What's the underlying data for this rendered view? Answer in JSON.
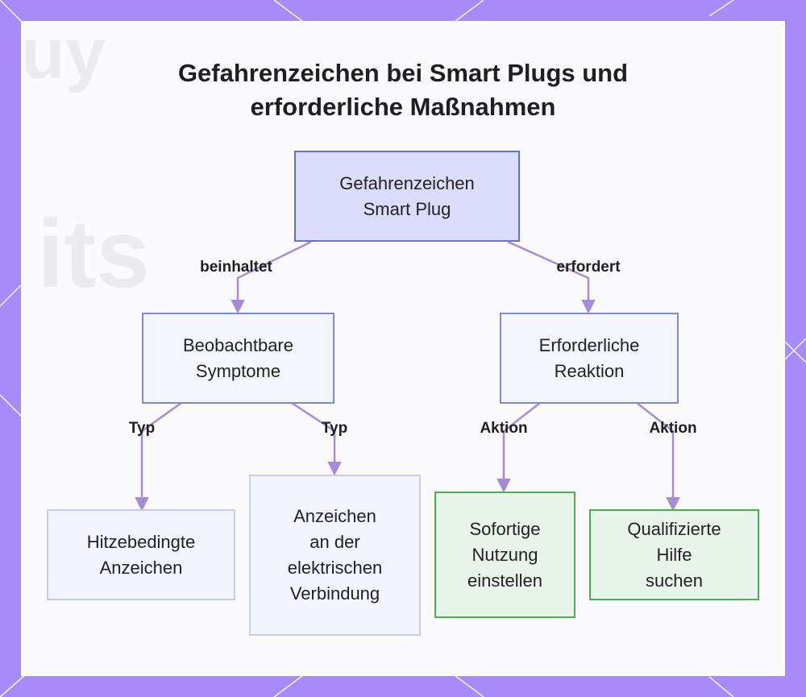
{
  "diagram": {
    "title_lines": [
      "Gefahrenzeichen bei Smart Plugs und",
      "erforderliche Maßnahmen"
    ],
    "nodes": {
      "root": "Gefahrenzeichen\nSmart Plug",
      "symptoms": "Beobachtbare\nSymptome",
      "reaction": "Erforderliche\nReaktion",
      "heat": "Hitzebedingte\nAnzeichen",
      "electrical": "Anzeichen\nan der\nelektrischen\nVerbindung",
      "stop": "Sofortige\nNutzung\neinstellen",
      "help": "Qualifizierte\nHilfe\nsuchen"
    },
    "edges": {
      "root_symptoms": "beinhaltet",
      "root_reaction": "erfordert",
      "symptoms_heat": "Typ",
      "symptoms_electrical": "Typ",
      "reaction_stop": "Aktion",
      "reaction_help": "Aktion"
    },
    "colors": {
      "frame": "#a78bfa",
      "edge": "#a78bda",
      "root_fill": "#dcdcff",
      "action_border": "#4caf50"
    }
  }
}
